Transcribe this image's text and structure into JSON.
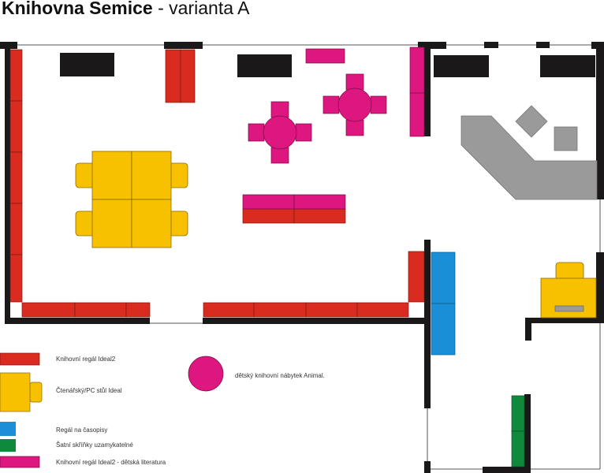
{
  "title": {
    "bold": "Knihovna Semice",
    "rest": " - varianta A"
  },
  "colors": {
    "wall": "#1a1818",
    "red": "#d92b1f",
    "yellow": "#f7c100",
    "blue": "#1a8fd8",
    "green": "#0f8a3c",
    "magenta": "#de1680",
    "grey": "#9a9a9a"
  },
  "legend": [
    {
      "label": "Knihovní regál Ideal2",
      "symbol": "red-shelf"
    },
    {
      "label": "Čtenářský/PC stůl Ideal",
      "symbol": "yellow-desk"
    },
    {
      "label": "Regál na časopisy",
      "symbol": "blue-shelf"
    },
    {
      "label": "Šatní skříňky uzamykatelné",
      "symbol": "green-locker"
    },
    {
      "label": "Knihovní regál Ideal2 - dětská literatura",
      "symbol": "magenta-shelf"
    },
    {
      "label": "dětský knihovní nábytek Animal.",
      "symbol": "magenta-circle"
    }
  ]
}
